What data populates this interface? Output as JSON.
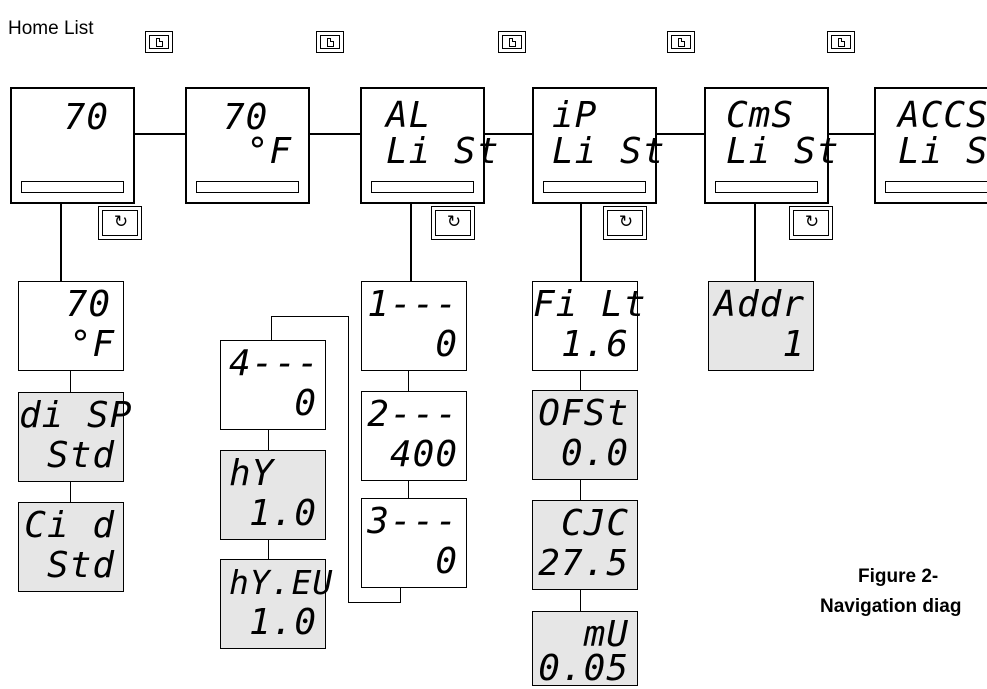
{
  "title": "Home List",
  "top_displays": [
    {
      "line1": "70",
      "line2": ""
    },
    {
      "line1": "70",
      "line2": "°F"
    },
    {
      "line1": "AL",
      "line2": "Li St"
    },
    {
      "line1": "iP",
      "line2": "Li St"
    },
    {
      "line1": "CmS",
      "line2": "Li St"
    },
    {
      "line1": "ACCS",
      "line2": "Li St"
    }
  ],
  "home_column": [
    {
      "line1": "70",
      "line2": "°F"
    },
    {
      "line1": "di SP",
      "line2": "Std"
    },
    {
      "line1": "Ci d",
      "line2": "Std"
    }
  ],
  "alarm_column": [
    {
      "line1": "1---",
      "line2": "0"
    },
    {
      "line1": "2---",
      "line2": "400"
    },
    {
      "line1": "3---",
      "line2": "0"
    }
  ],
  "alarm4_column": [
    {
      "line1": "4---",
      "line2": "0"
    },
    {
      "line1": "hY",
      "line2": "1.0"
    },
    {
      "line1": "hY.EU",
      "line2": "1.0"
    }
  ],
  "ip_column": [
    {
      "line1": "Fi Lt",
      "line2": "1.6"
    },
    {
      "line1": "OFSt",
      "line2": "0.0"
    },
    {
      "line1": "CJC",
      "line2": "27.5"
    },
    {
      "line1": "mU",
      "line2": "0.05"
    }
  ],
  "comms_column": [
    {
      "line1": "Addr",
      "line2": "1"
    }
  ],
  "icons": {
    "page_key": "page-key-icon",
    "scroll_key": "scroll-key-icon",
    "scroll_glyph": "↻"
  },
  "figure": {
    "line1": "Figure 2-",
    "line2": "Navigation diag"
  }
}
